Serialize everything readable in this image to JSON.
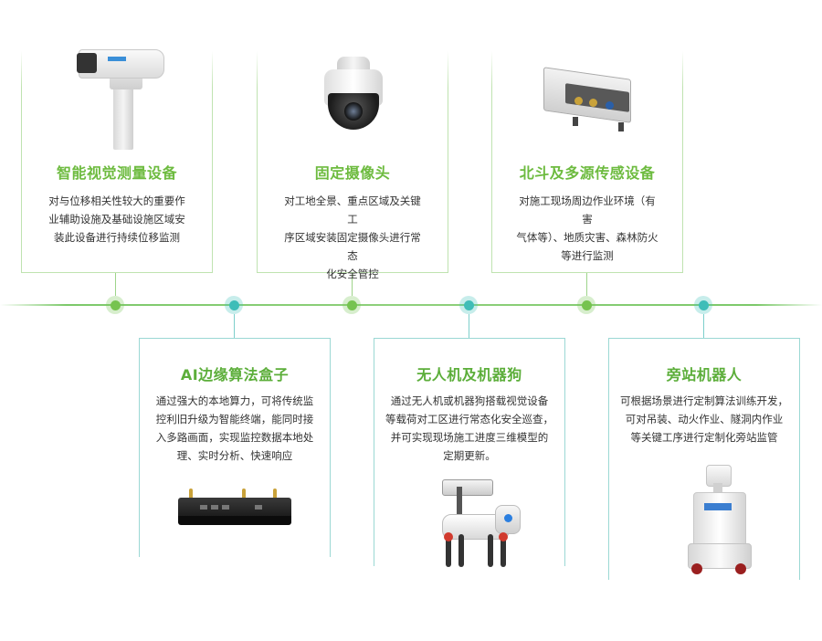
{
  "colors": {
    "green_accent": "#6dbb3f",
    "teal_accent": "#3fbdb8",
    "text": "#333333"
  },
  "cards": [
    {
      "title": "智能视觉测量设备",
      "lines": [
        "对与位移相关性较大的重要作",
        "业辅助设施及基础设施区域安",
        "装此设备进行持续位移监测"
      ],
      "icon": "box-camera-icon"
    },
    {
      "title": "固定摄像头",
      "lines": [
        "对工地全景、重点区域及关键工",
        "序区域安装固定摄像头进行常态",
        "化安全管控"
      ],
      "icon": "dome-camera-icon"
    },
    {
      "title": "北斗及多源传感设备",
      "lines": [
        "对施工现场周边作业环境（有害",
        "气体等）、地质灾害、森林防火",
        "等进行监测"
      ],
      "icon": "sensor-box-icon"
    },
    {
      "title": "AI边缘算法盒子",
      "lines": [
        "通过强大的本地算力，可将传统监",
        "控利旧升级为智能终端，能同时接",
        "入多路画面，实现监控数据本地处",
        "理、实时分析、快速响应"
      ],
      "icon": "edge-box-icon"
    },
    {
      "title": "无人机及机器狗",
      "lines": [
        "通过无人机或机器狗搭载视觉设备",
        "等载荷对工区进行常态化安全巡查，",
        "并可实现现场施工进度三维模型的",
        "定期更新。"
      ],
      "icon": "robot-dog-icon"
    },
    {
      "title": "旁站机器人",
      "lines": [
        "可根据场景进行定制算法训练开发，",
        "可对吊装、动火作业、隧洞内作业",
        "等关键工序进行定制化旁站监管"
      ],
      "icon": "station-robot-icon"
    }
  ]
}
